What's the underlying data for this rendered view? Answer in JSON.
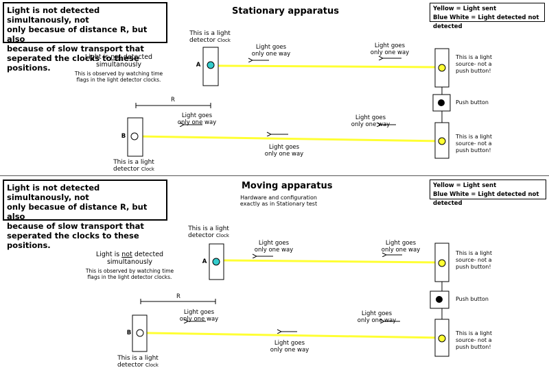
{
  "colors": {
    "light_sent": "#ffff33",
    "light_detected": "#33cccc",
    "not_detected": "#ffffff",
    "button": "#000000"
  },
  "top": {
    "note": [
      "Light is not detected simultanously, not",
      "only becasue of distance R, but also",
      "because of slow transport that",
      "seperated the clocks to these positions."
    ],
    "title": "Stationary apparatus",
    "legend": {
      "line1": "Yellow = Light sent",
      "line2": "Blue White = Light detected not detected"
    },
    "detector_a": {
      "caption1": "This is a light",
      "caption2": "detector",
      "clock": "Clock",
      "letter": "A"
    },
    "detected_label": {
      "pre": "Light is ",
      "not": "not",
      "post": " detected",
      "line2": "simultanously"
    },
    "observed": [
      "This is observed by watching time",
      "flags in the light detector clocks."
    ],
    "goes_a_left": [
      "Light goes",
      "only one way"
    ],
    "goes_a_right": [
      "Light goes",
      "only one way"
    ],
    "source_a": [
      "This is a light",
      "source- not a",
      "push button!"
    ],
    "push_button": "Push button",
    "r_label": "R",
    "detector_b": {
      "caption1": "This is a light",
      "caption2": "detector",
      "clock": "Clock",
      "letter": "B"
    },
    "goes_b_top": [
      "Light goes",
      "only one way"
    ],
    "goes_b_right": [
      "Light goes",
      "only one way"
    ],
    "goes_b_bottom": [
      "Light goes",
      "only one way"
    ],
    "source_b": [
      "This is a light",
      "source- not a",
      "push button!"
    ]
  },
  "bottom": {
    "note": [
      "Light is not detected simultanously, not",
      "only becasue of distance R, but also",
      "because of slow transport that",
      "seperated the clocks to these positions."
    ],
    "title": "Moving apparatus",
    "subtitle": [
      "Hardware and configuration",
      "exactly as in Stationary test"
    ],
    "legend": {
      "line1": "Yellow = Light sent",
      "line2": "Blue White = Light detected not detected"
    },
    "detector_a": {
      "caption1": "This is a light",
      "caption2": "detector",
      "clock": "Clock",
      "letter": "A"
    },
    "detected_label": {
      "pre": "Light is ",
      "not": "not",
      "post": " detected",
      "line2": "simultanously"
    },
    "observed": [
      "This is observed by watching time",
      "flags in the light detector clocks."
    ],
    "goes_a_left": [
      "Light goes",
      "only one way"
    ],
    "goes_a_right": [
      "Light goes",
      "only one way"
    ],
    "source_a": [
      "This is a light",
      "source- not a",
      "push button!"
    ],
    "push_button": "Push button",
    "r_label": "R",
    "detector_b": {
      "caption1": "This is a light",
      "caption2": "detector",
      "clock": "Clock",
      "letter": "B"
    },
    "goes_b_top": [
      "Light goes",
      "only one way"
    ],
    "goes_b_right": [
      "Light goes",
      "only one way"
    ],
    "goes_b_bottom": [
      "Light goes",
      "only one way"
    ],
    "source_b": [
      "This is a light",
      "source- not a",
      "push button!"
    ]
  }
}
